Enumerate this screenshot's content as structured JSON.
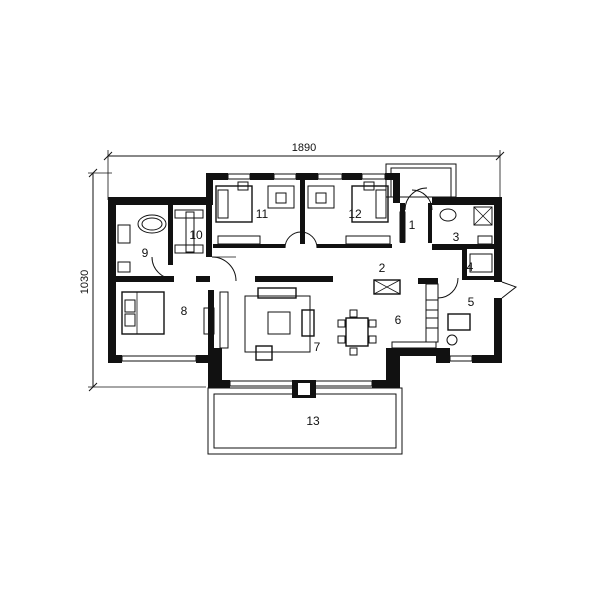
{
  "dimensions": {
    "width_label": "1890",
    "height_label": "1030"
  },
  "rooms": [
    {
      "key": "r1",
      "label": "1"
    },
    {
      "key": "r2",
      "label": "2"
    },
    {
      "key": "r3",
      "label": "3"
    },
    {
      "key": "r4",
      "label": "4"
    },
    {
      "key": "r5",
      "label": "5"
    },
    {
      "key": "r6",
      "label": "6"
    },
    {
      "key": "r7",
      "label": "7"
    },
    {
      "key": "r8",
      "label": "8"
    },
    {
      "key": "r9",
      "label": "9"
    },
    {
      "key": "r10",
      "label": "10"
    },
    {
      "key": "r11",
      "label": "11"
    },
    {
      "key": "r12",
      "label": "12"
    },
    {
      "key": "r13",
      "label": "13"
    }
  ],
  "colors": {
    "wall": "#111111",
    "background": "#ffffff"
  }
}
